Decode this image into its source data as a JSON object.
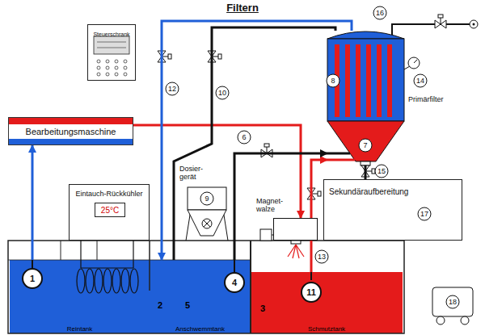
{
  "diagram": {
    "title": "Filtern",
    "nodes": [
      {
        "text": [
          "Steuerschrank"
        ]
      },
      {
        "text": [
          "Bearbeitungsmaschine"
        ]
      },
      {
        "text": [
          "Eintauch-Rückkühler"
        ]
      },
      {
        "text": [
          "25°C"
        ],
        "in": 2
      },
      {
        "text": [
          "Dosier- gerät"
        ]
      },
      {
        "text": [
          "Magnet- walze"
        ]
      },
      {
        "text": [
          "Primärfilter"
        ]
      },
      {
        "text": [
          "Sekundäraufbereitung"
        ]
      },
      {
        "text": [
          "Reintank"
        ]
      },
      {
        "text": [
          "Anschwemmtank"
        ]
      },
      {
        "text": [
          "Schmutztank"
        ]
      }
    ],
    "edges": [
      {
        "from": 8,
        "to": 1,
        "arrow": "to"
      },
      {
        "from": 1,
        "to": 5,
        "arrow": "to"
      },
      {
        "from": 10,
        "to": 6,
        "arrow": "to"
      },
      {
        "from": 9,
        "to": 6,
        "arrow": "to"
      },
      {
        "from": 6,
        "to": 9,
        "arrow": "to"
      },
      {
        "from": 6,
        "to": 9,
        "arrow": "none"
      },
      {
        "from": 6,
        "to": 7,
        "arrow": "none"
      }
    ],
    "labels": [
      "1",
      "2",
      "3",
      "4",
      "5",
      "6",
      "7",
      "8",
      "9",
      "10",
      "11",
      "12",
      "13",
      "14",
      "15",
      "16",
      "17",
      "18"
    ]
  }
}
